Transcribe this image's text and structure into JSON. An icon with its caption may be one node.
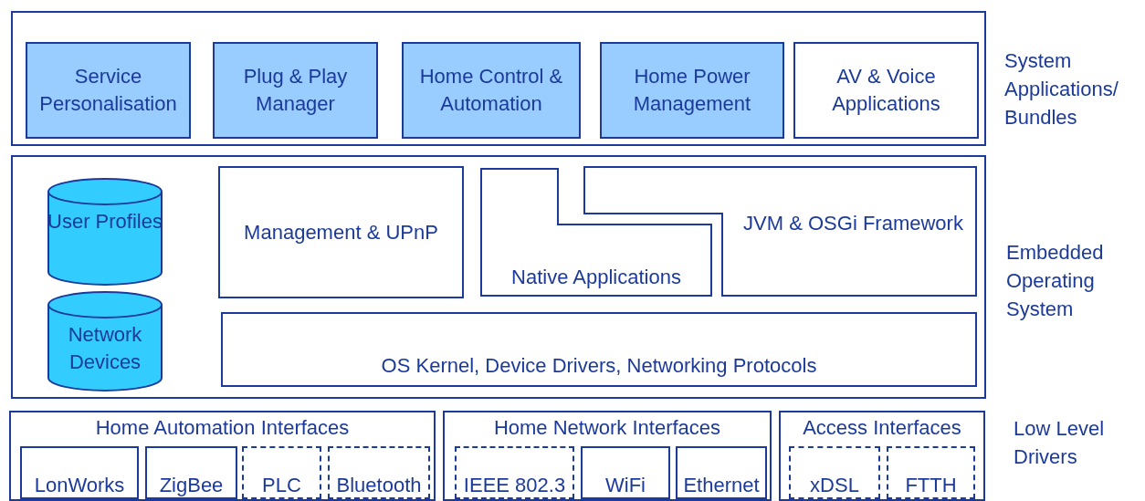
{
  "diagram": {
    "nodes": [
      {
        "text": [],
        "shape": "box",
        "beside": [
          "System Applications/ Bundles"
        ]
      },
      {
        "text": [
          "Service Personalisation"
        ],
        "in": 0
      },
      {
        "text": [
          "Plug & Play Manager"
        ],
        "in": 0
      },
      {
        "text": [
          "Home Control & Automation"
        ],
        "in": 0
      },
      {
        "text": [
          "Home Power Management"
        ],
        "in": 0
      },
      {
        "text": [
          "AV & Voice Applications"
        ],
        "in": 0
      },
      {
        "text": [],
        "shape": "box",
        "beside": [
          "Embedded Operating System"
        ]
      },
      {
        "text": [
          "User Profiles"
        ],
        "in": 6
      },
      {
        "text": [
          "Network Devices"
        ],
        "in": 6
      },
      {
        "text": [
          "Management & UPnP"
        ],
        "in": 6
      },
      {
        "text": [
          "Native Applications"
        ],
        "in": 6
      },
      {
        "text": [
          "JVM & OSGi Framework"
        ],
        "in": 6
      },
      {
        "text": [
          "OS Kernel, Device Drivers, Networking Protocols"
        ],
        "in": 6
      },
      {
        "text": [
          "Home Automation Interfaces"
        ]
      },
      {
        "text": [
          "LonWorks"
        ],
        "in": 13
      },
      {
        "text": [
          "ZigBee"
        ],
        "in": 13
      },
      {
        "text": [
          "PLC"
        ],
        "in": 13
      },
      {
        "text": [
          "Bluetooth"
        ],
        "in": 13
      },
      {
        "text": [
          "Home Network Interfaces"
        ]
      },
      {
        "text": [
          "IEEE 802.3"
        ],
        "in": 18
      },
      {
        "text": [
          "WiFi"
        ],
        "in": 18
      },
      {
        "text": [
          "Ethernet"
        ],
        "in": 18
      },
      {
        "text": [
          "Access Interfaces"
        ]
      },
      {
        "text": [
          "xDSL"
        ],
        "in": 22
      },
      {
        "text": [
          "FTTH"
        ],
        "in": 22
      }
    ],
    "edges": [],
    "labels": [
      "Low Level Drivers"
    ]
  }
}
